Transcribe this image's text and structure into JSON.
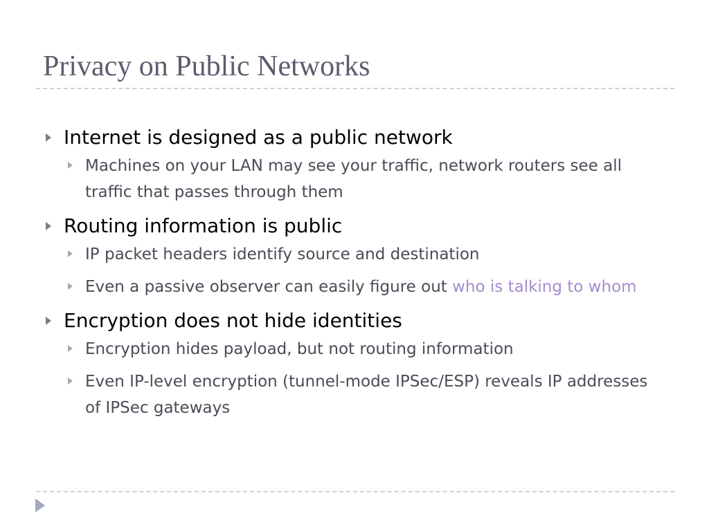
{
  "slide": {
    "title": "Privacy on Public Networks",
    "colors": {
      "title": "#5f5b6e",
      "level1_text": "#000000",
      "level2_text": "#4c4a57",
      "accent": "#a48ccc",
      "rule": "#c9d2d8",
      "bullet_level1": "#7c7b89",
      "bullet_level2": "#a4a8b6"
    },
    "icons": {
      "bullet": "triangle-right-icon",
      "nav": "play-triangle-icon"
    }
  },
  "bullets": [
    {
      "text": "Internet is designed as a public network",
      "subs": [
        {
          "text": "Machines on your LAN may see your traffic, network routers see all traffic that passes through them"
        }
      ]
    },
    {
      "text": "Routing information is public",
      "subs": [
        {
          "text": "IP packet headers identify source and destination"
        },
        {
          "text": "Even a passive observer can easily figure out ",
          "accent": "who is talking to whom"
        }
      ]
    },
    {
      "text": "Encryption does not hide identities",
      "subs": [
        {
          "text": "Encryption hides payload, but not routing information"
        },
        {
          "text": "Even IP-level encryption (tunnel-mode IPSec/ESP) reveals IP addresses of IPSec gateways"
        }
      ]
    }
  ]
}
